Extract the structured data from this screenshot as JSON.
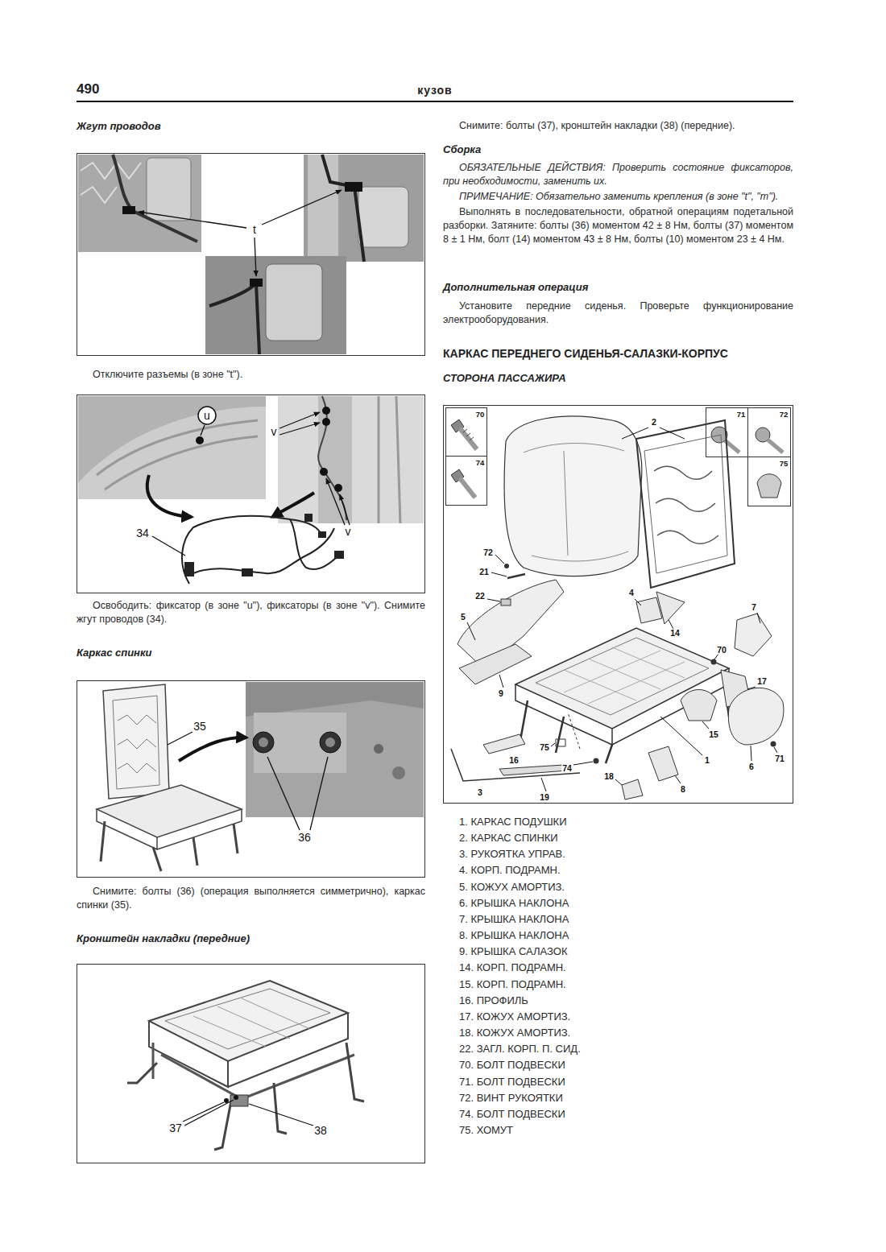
{
  "diagram": {
    "title": "кузов",
    "nodes": [
      {
        "text": [
          "t"
        ]
      },
      {
        "text": [
          "u",
          "v",
          "v",
          "34"
        ]
      },
      {
        "text": [
          "35",
          "36"
        ]
      },
      {
        "text": [
          "37",
          "38"
        ]
      },
      {
        "text": [
          "2",
          "72",
          "21",
          "22",
          "5",
          "4",
          "7",
          "14",
          "70",
          "17",
          "9",
          "15",
          "75",
          "16",
          "71",
          "6",
          "74",
          "1",
          "18",
          "3",
          "8",
          "19"
        ]
      },
      {
        "text": [
          "70"
        ],
        "in": 4
      },
      {
        "text": [
          "74"
        ],
        "in": 4
      },
      {
        "text": [
          "71"
        ],
        "in": 4
      },
      {
        "text": [
          "72"
        ],
        "in": 4
      },
      {
        "text": [
          "75"
        ],
        "in": 4
      }
    ],
    "labels": [
      "490",
      "Жгут проводов",
      "Отключите разъемы (в зоне \"t\").",
      "Освободить: фиксатор (в зоне \"u\"), фиксаторы (в зоне \"v\"). Снимите жгут проводов (34).",
      "Каркас спинки",
      "Снимите: болты (36) (операция выполняется симметрично), каркас спинки (35).",
      "Кронштейн накладки (передние)",
      "Снимите: болты (37), кронштейн накладки (38) (передние).",
      "Сборка",
      "ОБЯЗАТЕЛЬНЫЕ ДЕЙСТВИЯ: Проверить состояние фиксаторов, при необходимости, заменить их.",
      "ПРИМЕЧАНИЕ: Обязательно заменить крепления (в зоне \"t\", \"m\").",
      "Выполнять в последовательности, обратной операциям подетальной разборки. Затяните: болты (36) моментом 42 ± 8 Нм, болты (37) моментом 8 ± 1 Нм, болт (14) моментом 43 ± 8 Нм, болты (10) моментом 23 ± 4 Нм.",
      "Дополнительная операция",
      "Установите передние сиденья. Проверьте функционирование электрооборудования.",
      "КАРКАС ПЕРЕДНЕГО СИДЕНЬЯ-САЛАЗКИ-КОРПУС",
      "СТОРОНА ПАССАЖИРА",
      "1. КАРКАС ПОДУШКИ",
      "2. КАРКАС СПИНКИ",
      "3. РУКОЯТКА УПРАВ.",
      "4. КОРП. ПОДРАМН.",
      "5. КОЖУХ АМОРТИЗ.",
      "6. КРЫШКА НАКЛОНА",
      "7. КРЫШКА НАКЛОНА",
      "8. КРЫШКА НАКЛОНА",
      "9. КРЫШКА САЛАЗОК",
      "14. КОРП. ПОДРАМН.",
      "15. КОРП. ПОДРАМН.",
      "16. ПРОФИЛЬ",
      "17. КОЖУХ АМОРТИЗ.",
      "18. КОЖУХ АМОРТИЗ.",
      "22. ЗАГЛ. КОРП. П. СИД.",
      "70. БОЛТ ПОДВЕСКИ",
      "71. БОЛТ ПОДВЕСКИ",
      "72. ВИНТ РУКОЯТКИ",
      "74. БОЛТ ПОДВЕСКИ",
      "75. ХОМУТ"
    ]
  }
}
